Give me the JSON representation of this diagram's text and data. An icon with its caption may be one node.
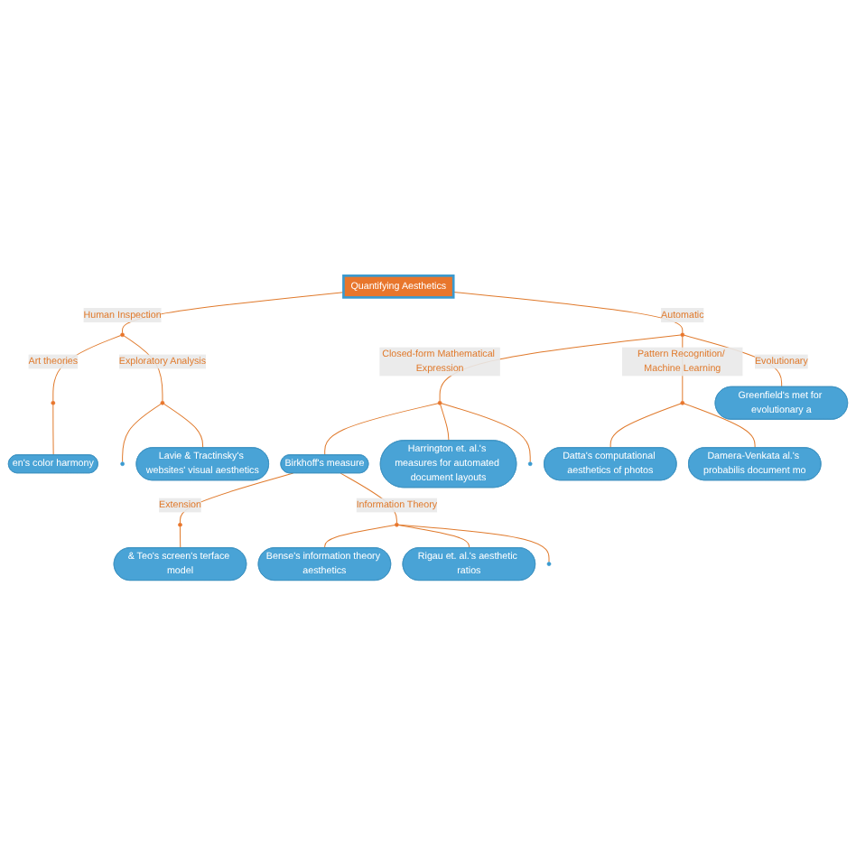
{
  "diagram": {
    "nodes": [
      {
        "text": [
          "Quantifying Aesthetics"
        ]
      },
      {
        "text": [],
        "shape": "circle"
      },
      {
        "text": [],
        "shape": "circle"
      },
      {
        "text": [],
        "shape": "circle"
      },
      {
        "text": [],
        "shape": "circle"
      },
      {
        "text": [
          "en's color harmony"
        ]
      },
      {
        "text": [],
        "shape": "circle"
      },
      {
        "text": [
          "Lavie & Tractinsky's websites' visual aesthetics"
        ]
      },
      {
        "text": [],
        "shape": "circle"
      },
      {
        "text": [],
        "shape": "circle"
      },
      {
        "text": [
          "Greenfield's met for evolutionary a"
        ]
      },
      {
        "text": [
          "Birkhoff's measure"
        ]
      },
      {
        "text": [
          "Harrington et. al.'s measures for automated document layouts"
        ]
      },
      {
        "text": [],
        "shape": "circle"
      },
      {
        "text": [],
        "shape": "circle"
      },
      {
        "text": [],
        "shape": "circle"
      },
      {
        "text": [
          "& Teo's screen's terface model"
        ]
      },
      {
        "text": [
          "Bense's information theory aesthetics"
        ]
      },
      {
        "text": [
          "Rigau et. al.'s aesthetic ratios"
        ]
      },
      {
        "text": [],
        "shape": "circle"
      },
      {
        "text": [
          "Datta's computational aesthetics of photos"
        ]
      },
      {
        "text": [
          "Damera-Venkata al.'s probabilis document mo"
        ]
      }
    ],
    "edges": [
      {
        "from": 0,
        "to": 1,
        "arrow": "none",
        "label": "Human Inspection"
      },
      {
        "from": 0,
        "to": 2,
        "arrow": "none",
        "label": "Automatic"
      },
      {
        "from": 1,
        "to": 3,
        "arrow": "none",
        "label": "Art theories"
      },
      {
        "from": 1,
        "to": 4,
        "arrow": "none",
        "label": "Exploratory Analysis"
      },
      {
        "from": 3,
        "to": 5,
        "arrow": "none"
      },
      {
        "from": 4,
        "to": 6,
        "arrow": "none"
      },
      {
        "from": 4,
        "to": 7,
        "arrow": "none"
      },
      {
        "from": 2,
        "to": 8,
        "arrow": "none",
        "label": "Closed-form Mathematical Expression"
      },
      {
        "from": 2,
        "to": 9,
        "arrow": "none",
        "label": "Pattern Recognition/ Machine Learning"
      },
      {
        "from": 2,
        "to": 10,
        "arrow": "none",
        "label": "Evolutionary"
      },
      {
        "from": 8,
        "to": 11,
        "arrow": "none"
      },
      {
        "from": 8,
        "to": 12,
        "arrow": "none"
      },
      {
        "from": 8,
        "to": 13,
        "arrow": "none"
      },
      {
        "from": 11,
        "to": 14,
        "arrow": "none",
        "label": "Extension"
      },
      {
        "from": 11,
        "to": 15,
        "arrow": "none",
        "label": "Information Theory"
      },
      {
        "from": 14,
        "to": 16,
        "arrow": "none"
      },
      {
        "from": 15,
        "to": 17,
        "arrow": "none"
      },
      {
        "from": 15,
        "to": 18,
        "arrow": "none"
      },
      {
        "from": 15,
        "to": 19,
        "arrow": "none"
      },
      {
        "from": 9,
        "to": 20,
        "arrow": "none"
      },
      {
        "from": 9,
        "to": 21,
        "arrow": "none"
      }
    ]
  }
}
